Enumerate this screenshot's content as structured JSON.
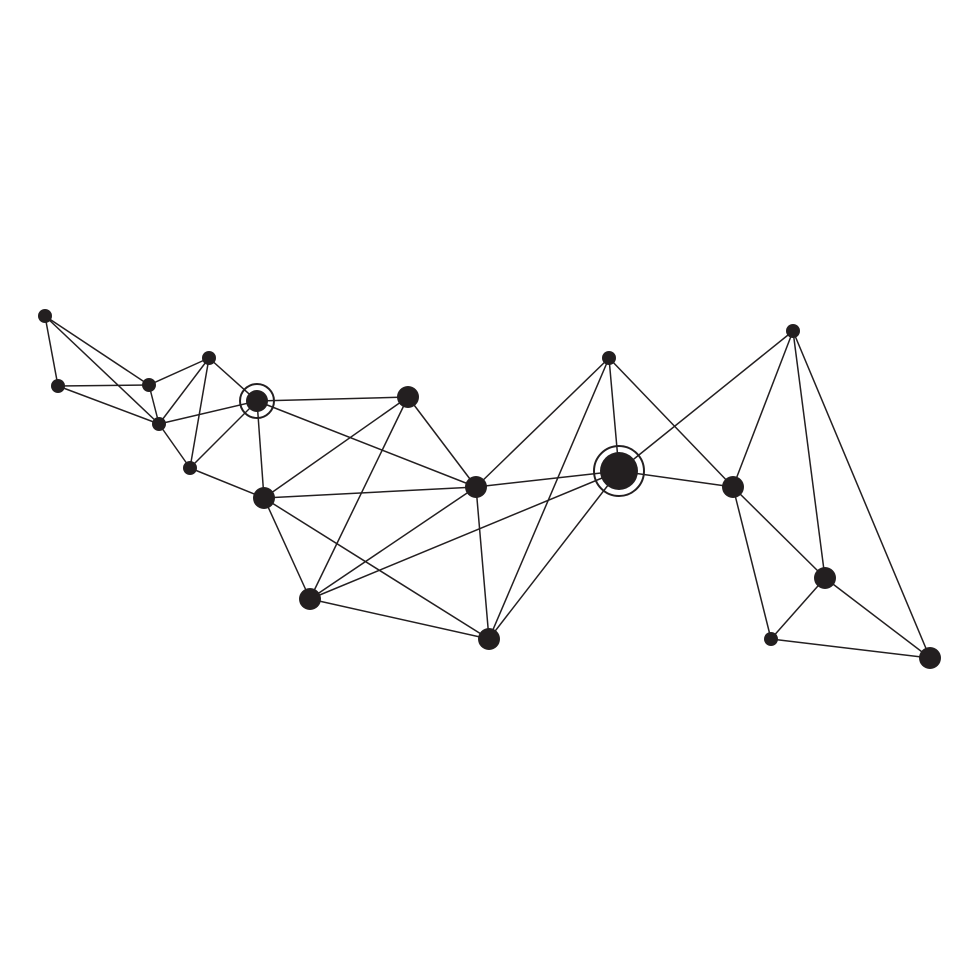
{
  "diagram": {
    "kind": "network-graph",
    "colors": {
      "ink": "#231f20",
      "background": "#ffffff"
    },
    "nodes": [
      {
        "id": "n1",
        "size": "small"
      },
      {
        "id": "n2",
        "size": "small"
      },
      {
        "id": "n3",
        "size": "small"
      },
      {
        "id": "n4",
        "size": "small"
      },
      {
        "id": "n5",
        "size": "small"
      },
      {
        "id": "n6",
        "size": "small"
      },
      {
        "id": "n7",
        "size": "medium",
        "ringed": true
      },
      {
        "id": "n8",
        "size": "medium"
      },
      {
        "id": "n9",
        "size": "medium"
      },
      {
        "id": "n10",
        "size": "medium"
      },
      {
        "id": "n11",
        "size": "medium"
      },
      {
        "id": "n12",
        "size": "medium"
      },
      {
        "id": "n13",
        "size": "small"
      },
      {
        "id": "n14",
        "size": "large",
        "ringed": true
      },
      {
        "id": "n15",
        "size": "small"
      },
      {
        "id": "n16",
        "size": "medium"
      },
      {
        "id": "n17",
        "size": "medium"
      },
      {
        "id": "n18",
        "size": "small"
      },
      {
        "id": "n19",
        "size": "medium"
      }
    ],
    "edges": [
      [
        "n1",
        "n2"
      ],
      [
        "n1",
        "n3"
      ],
      [
        "n1",
        "n4"
      ],
      [
        "n2",
        "n3"
      ],
      [
        "n2",
        "n4"
      ],
      [
        "n3",
        "n4"
      ],
      [
        "n3",
        "n5"
      ],
      [
        "n4",
        "n5"
      ],
      [
        "n4",
        "n6"
      ],
      [
        "n4",
        "n7"
      ],
      [
        "n5",
        "n6"
      ],
      [
        "n5",
        "n7"
      ],
      [
        "n6",
        "n7"
      ],
      [
        "n6",
        "n9"
      ],
      [
        "n7",
        "n8"
      ],
      [
        "n7",
        "n9"
      ],
      [
        "n7",
        "n11"
      ],
      [
        "n8",
        "n9"
      ],
      [
        "n8",
        "n10"
      ],
      [
        "n8",
        "n11"
      ],
      [
        "n9",
        "n11"
      ],
      [
        "n9",
        "n10"
      ],
      [
        "n9",
        "n12"
      ],
      [
        "n10",
        "n11"
      ],
      [
        "n10",
        "n12"
      ],
      [
        "n10",
        "n14"
      ],
      [
        "n11",
        "n12"
      ],
      [
        "n11",
        "n13"
      ],
      [
        "n11",
        "n14"
      ],
      [
        "n12",
        "n13"
      ],
      [
        "n12",
        "n14"
      ],
      [
        "n13",
        "n14"
      ],
      [
        "n13",
        "n16"
      ],
      [
        "n14",
        "n16"
      ],
      [
        "n14",
        "n15"
      ],
      [
        "n15",
        "n16"
      ],
      [
        "n15",
        "n17"
      ],
      [
        "n15",
        "n19"
      ],
      [
        "n16",
        "n17"
      ],
      [
        "n16",
        "n18"
      ],
      [
        "n17",
        "n18"
      ],
      [
        "n17",
        "n19"
      ],
      [
        "n18",
        "n19"
      ]
    ]
  }
}
